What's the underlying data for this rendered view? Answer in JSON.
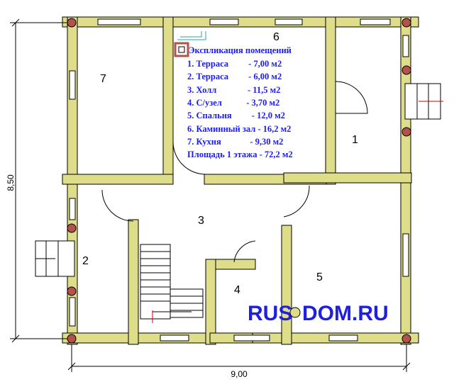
{
  "rooms": [
    {
      "num": "1"
    },
    {
      "num": "2"
    },
    {
      "num": "3"
    },
    {
      "num": "4"
    },
    {
      "num": "5"
    },
    {
      "num": "6"
    },
    {
      "num": "7"
    }
  ],
  "explication": {
    "title": "Экспликация помещений",
    "lines": [
      "1. Терраса         - 7,00 м2",
      "2. Терраса         - 6,00 м2",
      "3. Холл              - 11,5 м2",
      "4. С/узел           - 3,70 м2",
      "5. Спальня         - 12,0 м2",
      "6. Каминный зал - 16,2 м2",
      "7. Кухня             - 9,30 м2",
      "Площадь 1 этажа - 72,2 м2"
    ]
  },
  "dimensions": {
    "height": "8,50",
    "width": "9,00"
  },
  "logo": {
    "left": "RUS",
    "right": "DOM.RU"
  },
  "colors": {
    "wall": "#dede8a",
    "wall_outline": "#000000",
    "post": "#b4524a",
    "text_blue": "#1a1aff",
    "logo": "#1f1fe0"
  }
}
